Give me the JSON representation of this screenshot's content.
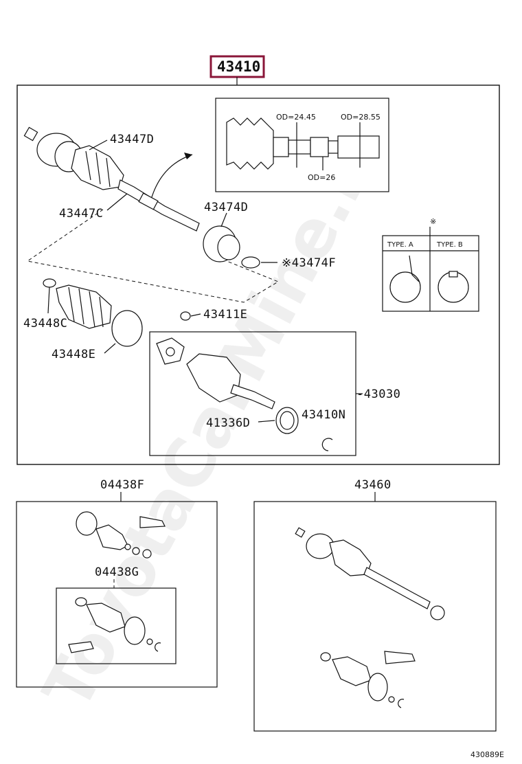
{
  "highlight_part": "43410",
  "watermark": "ToyotaCarMine.ru",
  "labels": {
    "p43447D": "43447D",
    "p43447C": "43447C",
    "p43474D": "43474D",
    "p43474F": "※43474F",
    "p43448C": "43448C",
    "p43448E": "43448E",
    "p43411E": "43411E",
    "p43030": "-43030",
    "p41336D": "41336D",
    "p43410N": "43410N",
    "p04438F": "04438F",
    "p04438G": "04438G",
    "p43460": "43460"
  },
  "detail_inset": {
    "od1": "OD=24.45",
    "od2": "OD=28.55",
    "od3": "OD=26"
  },
  "type_inset": {
    "mark": "※",
    "type_a": "TYPE. A",
    "type_b": "TYPE. B"
  },
  "diagram_code": "430889E"
}
